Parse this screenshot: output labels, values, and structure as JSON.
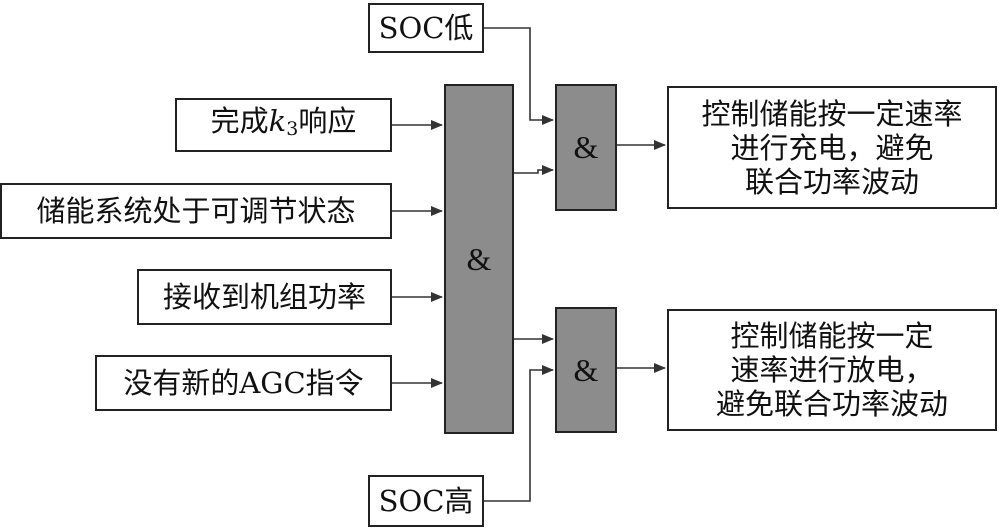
{
  "inputs": {
    "soc_low": "SOC低",
    "k3_prefix": "完成",
    "k3_var": "k",
    "k3_sub": "3",
    "k3_suffix": "响应",
    "adjustable": "储能系统处于可调节状态",
    "received": "接收到机组功率",
    "no_new_agc": "没有新的AGC指令",
    "soc_high": "SOC高"
  },
  "gates": {
    "main": "&",
    "upper": "&",
    "lower": "&"
  },
  "outputs": {
    "charge": [
      "控制储能按一定速率",
      "进行充电，避免",
      "联合功率波动"
    ],
    "discharge": [
      "控制储能按一定",
      "速率进行放电，",
      "避免联合功率波动"
    ]
  },
  "colors": {
    "gate_fill": "#8c8c8c",
    "line": "#333333"
  }
}
